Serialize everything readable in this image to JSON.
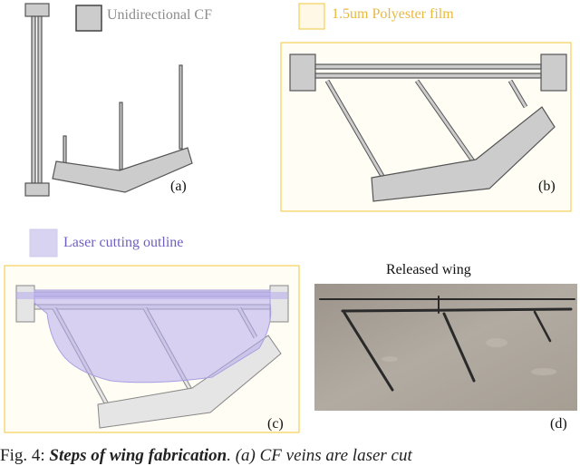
{
  "legend": {
    "cf_label": "Unidirectional CF",
    "film_label": "1.5um Polyester film",
    "laser_label": "Laser cutting outline",
    "cf_color": "#cccccc",
    "film_color": "#f2cf5b",
    "laser_color": "#9e93d6"
  },
  "panels": {
    "a_label": "(a)",
    "b_label": "(b)",
    "c_label": "(c)",
    "d_label": "(d)",
    "d_title": "Released wing"
  },
  "caption": {
    "prefix": "Fig. 4: ",
    "title": "Steps of wing fabrication",
    "rest": ". (a) CF veins are laser cut"
  }
}
